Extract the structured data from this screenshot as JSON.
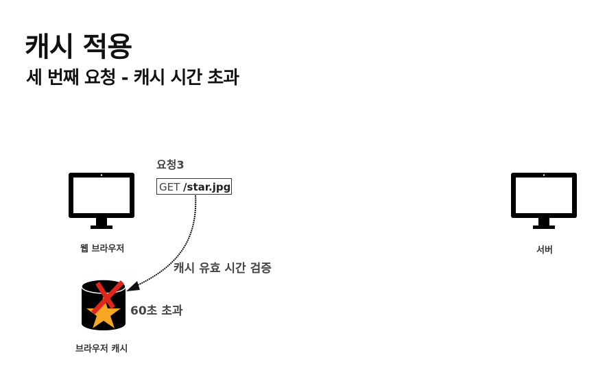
{
  "title": "캐시 적용",
  "subtitle": "세 번째 요청 - 캐시 시간 초과",
  "client": {
    "label": "웹 브라우저",
    "icon": "monitor-icon"
  },
  "server": {
    "label": "서버",
    "icon": "monitor-icon"
  },
  "request": {
    "name": "요청3",
    "method": "GET",
    "path": "/star.jpg"
  },
  "arrow_label": "캐시 유효 시간 검증",
  "cache": {
    "label": "브라우저 캐시",
    "status": "60초 초과",
    "icon": "database-icon",
    "star_color": "#f5a623",
    "x_color": "#e0261b"
  }
}
